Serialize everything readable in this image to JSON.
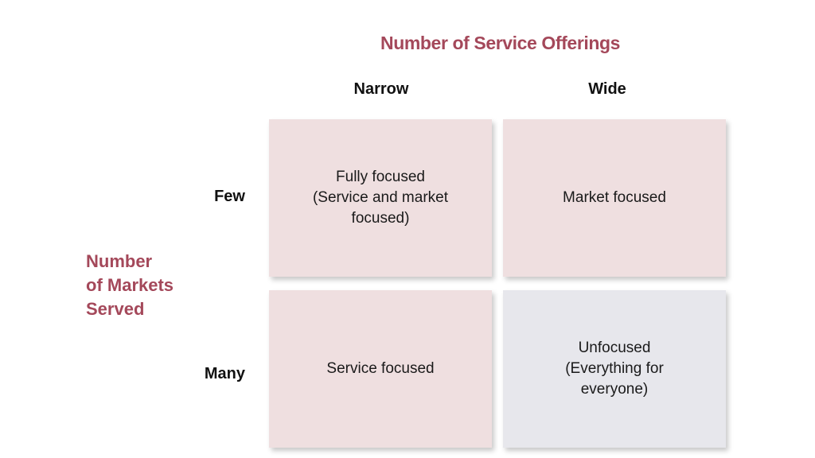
{
  "titles": {
    "top": "Number of Service Offerings",
    "side_lines": [
      "Number",
      "of Markets",
      "Served"
    ]
  },
  "columns": [
    "Narrow",
    "Wide"
  ],
  "rows": [
    "Few",
    "Many"
  ],
  "cells": {
    "few_narrow": [
      "Fully focused",
      "(Service and market",
      "focused)"
    ],
    "few_wide": [
      "Market focused"
    ],
    "many_narrow": [
      "Service focused"
    ],
    "many_wide": [
      "Unfocused",
      "(Everything for",
      "everyone)"
    ]
  },
  "colors": {
    "title": "#a4485a",
    "cell_focused": "#efdfe0",
    "cell_unfocused": "#e7e7ec",
    "label_text": "#111111"
  }
}
